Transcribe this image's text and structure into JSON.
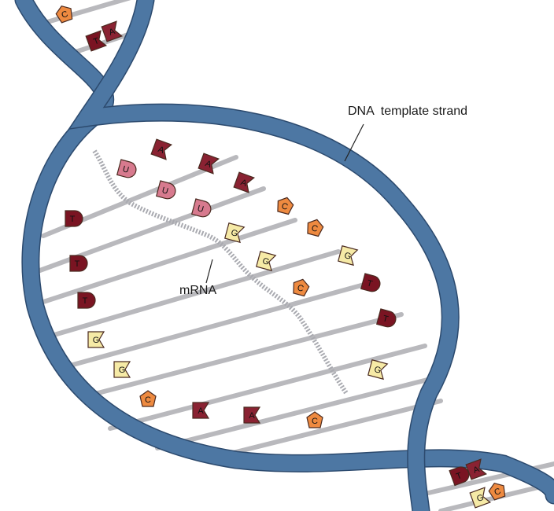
{
  "labels": {
    "dna_template_strand": "DNA  template strand",
    "mrna": "mRNA"
  },
  "colors": {
    "backbone": "#4d77a3",
    "backbone_edge": "#2c4a6e",
    "rung": "#b9b9bd",
    "mrna_strand": "#a9aab0",
    "A": "#8a2232",
    "T": "#7a1422",
    "U": "#d77a8e",
    "G": "#f6eaa6",
    "C": "#ee8a40"
  },
  "top_pairs": [
    {
      "letter": "C",
      "shape": "pentagon"
    },
    {
      "letter": "T",
      "shape": "notch"
    },
    {
      "letter": "A",
      "shape": "notch"
    }
  ],
  "mrna_bases": [
    {
      "letter": "U",
      "shape": "round"
    },
    {
      "letter": "U",
      "shape": "round"
    },
    {
      "letter": "U",
      "shape": "round"
    },
    {
      "letter": "G",
      "shape": "notch"
    },
    {
      "letter": "G",
      "shape": "notch"
    },
    {
      "letter": "C",
      "shape": "pentagon"
    }
  ],
  "template_bases": [
    {
      "letter": "A",
      "shape": "notch"
    },
    {
      "letter": "A",
      "shape": "notch"
    },
    {
      "letter": "A",
      "shape": "notch"
    },
    {
      "letter": "C",
      "shape": "pentagon"
    },
    {
      "letter": "C",
      "shape": "pentagon"
    },
    {
      "letter": "G",
      "shape": "notch"
    },
    {
      "letter": "T",
      "shape": "round"
    },
    {
      "letter": "T",
      "shape": "round"
    },
    {
      "letter": "G",
      "shape": "notch"
    }
  ],
  "coding_bases": [
    {
      "letter": "T",
      "shape": "round"
    },
    {
      "letter": "T",
      "shape": "round"
    },
    {
      "letter": "T",
      "shape": "round"
    },
    {
      "letter": "G",
      "shape": "notch"
    },
    {
      "letter": "G",
      "shape": "notch"
    },
    {
      "letter": "C",
      "shape": "pentagon"
    },
    {
      "letter": "A",
      "shape": "notch"
    },
    {
      "letter": "A",
      "shape": "notch"
    },
    {
      "letter": "C",
      "shape": "pentagon"
    }
  ],
  "bottom_pairs": [
    {
      "letter": "T",
      "shape": "round"
    },
    {
      "letter": "A",
      "shape": "notch"
    },
    {
      "letter": "G",
      "shape": "notch"
    },
    {
      "letter": "C",
      "shape": "pentagon"
    }
  ]
}
